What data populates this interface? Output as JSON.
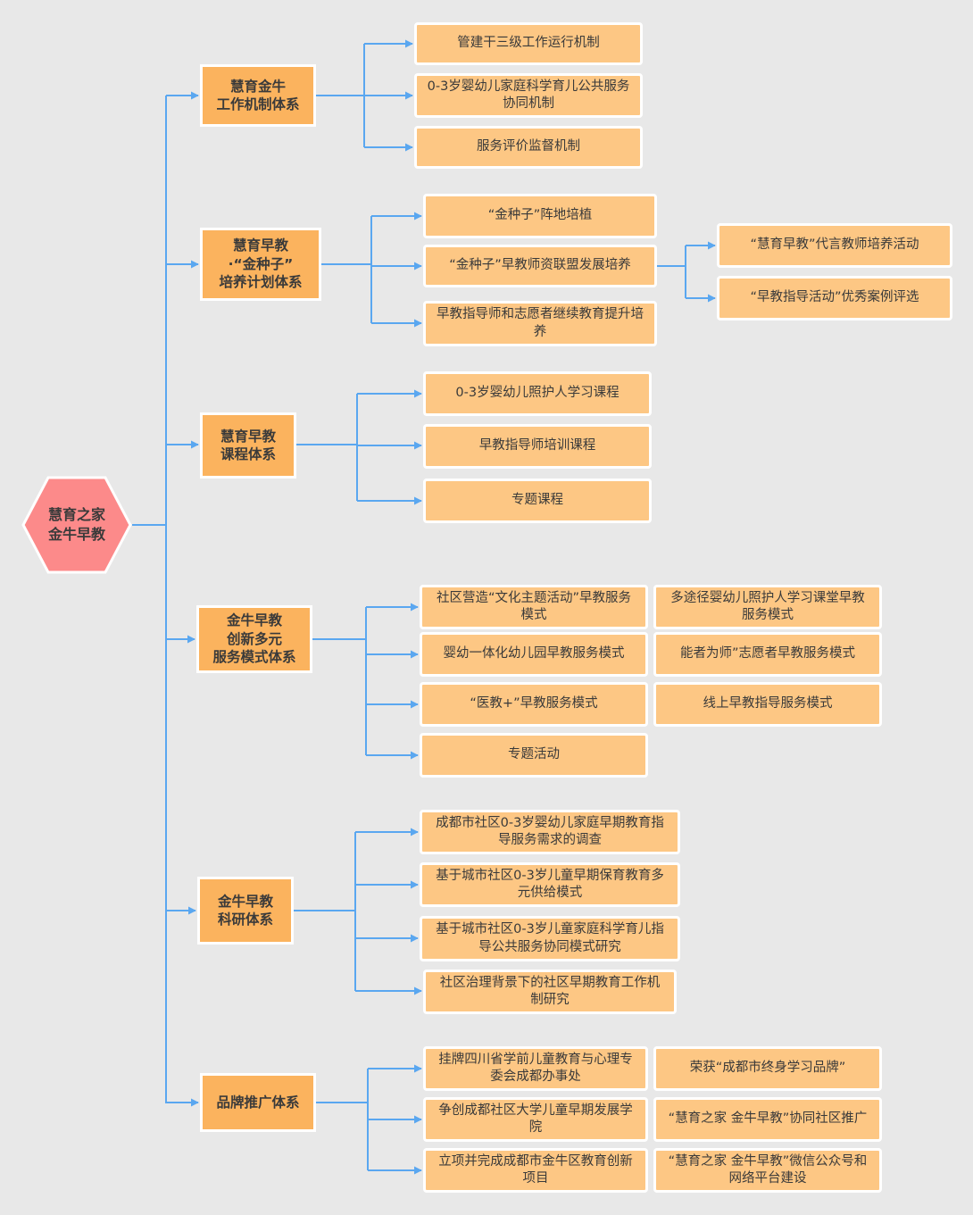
{
  "root": {
    "line1": "慧育之家",
    "line2": "金牛早教"
  },
  "colors": {
    "connector": "#5aa7f0",
    "leaf_fill": "#fdc784",
    "branch_fill": "#fbb35e",
    "root_fill": "#fc8a8a"
  },
  "branches": [
    {
      "label_lines": [
        "慧育金牛",
        "工作机制体系"
      ],
      "children": [
        "管建干三级工作运行机制",
        "0-3岁婴幼儿家庭科学育儿公共服务协同机制",
        "服务评价监督机制"
      ]
    },
    {
      "label_lines": [
        "慧育早教",
        "·“金种子”",
        "培养计划体系"
      ],
      "children": [
        "“金种子”阵地培植",
        "“金种子”早教师资联盟发展培养",
        "早教指导师和志愿者继续教育提升培养"
      ],
      "grandchildren": [
        "“慧育早教”代言教师培养活动",
        "“早教指导活动”优秀案例评选"
      ]
    },
    {
      "label_lines": [
        "慧育早教",
        "课程体系"
      ],
      "children": [
        "0-3岁婴幼儿照护人学习课程",
        "早教指导师培训课程",
        "专题课程"
      ]
    },
    {
      "label_lines": [
        "金牛早教",
        "创新多元",
        "服务模式体系"
      ],
      "children": [
        "社区营造“文化主题活动”早教服务模式",
        "婴幼一体化幼儿园早教服务模式",
        "“医教+”早教服务模式",
        "专题活动"
      ],
      "side_items": [
        "多途径婴幼儿照护人学习课堂早教服务模式",
        "能者为师”志愿者早教服务模式",
        "线上早教指导服务模式"
      ]
    },
    {
      "label_lines": [
        "金牛早教",
        "科研体系"
      ],
      "children": [
        "成都市社区0-3岁婴幼儿家庭早期教育指导服务需求的调查",
        "基于城市社区0-3岁儿童早期保育教育多元供给模式",
        "基于城市社区0-3岁儿童家庭科学育儿指导公共服务协同模式研究",
        "社区治理背景下的社区早期教育工作机制研究"
      ]
    },
    {
      "label_lines": [
        "品牌推广体系"
      ],
      "children": [
        "挂牌四川省学前儿童教育与心理专委会成都办事处",
        "争创成都社区大学儿童早期发展学院",
        "立项并完成成都市金牛区教育创新项目"
      ],
      "side_items": [
        "荣获“成都市终身学习品牌”",
        "“慧育之家 金牛早教”协同社区推广",
        "“慧育之家 金牛早教”微信公众号和网络平台建设"
      ]
    }
  ]
}
